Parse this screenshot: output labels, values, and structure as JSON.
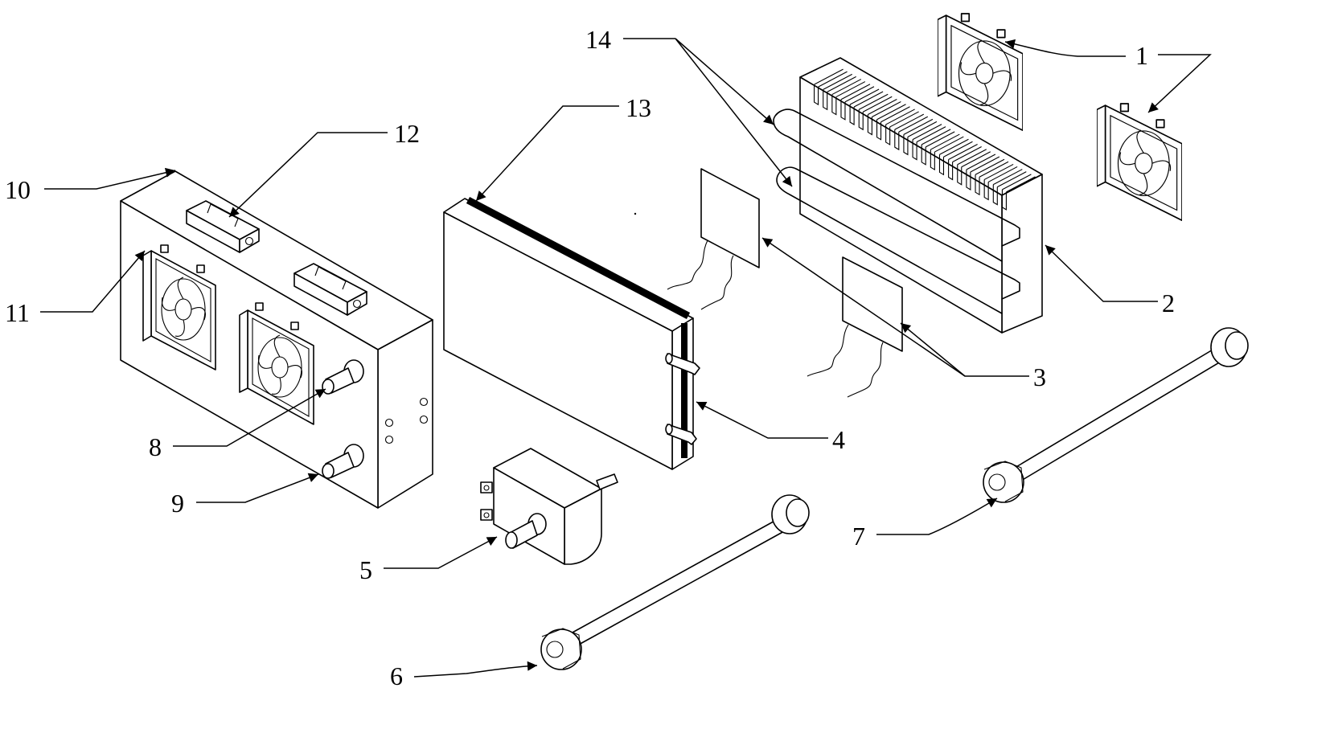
{
  "diagram": {
    "labels": [
      {
        "id": "1",
        "text": "1"
      },
      {
        "id": "2",
        "text": "2"
      },
      {
        "id": "3",
        "text": "3"
      },
      {
        "id": "4",
        "text": "4"
      },
      {
        "id": "5",
        "text": "5"
      },
      {
        "id": "6",
        "text": "6"
      },
      {
        "id": "7",
        "text": "7"
      },
      {
        "id": "8",
        "text": "8"
      },
      {
        "id": "9",
        "text": "9"
      },
      {
        "id": "10",
        "text": "10"
      },
      {
        "id": "11",
        "text": "11"
      },
      {
        "id": "12",
        "text": "12"
      },
      {
        "id": "13",
        "text": "13"
      },
      {
        "id": "14",
        "text": "14"
      }
    ]
  }
}
